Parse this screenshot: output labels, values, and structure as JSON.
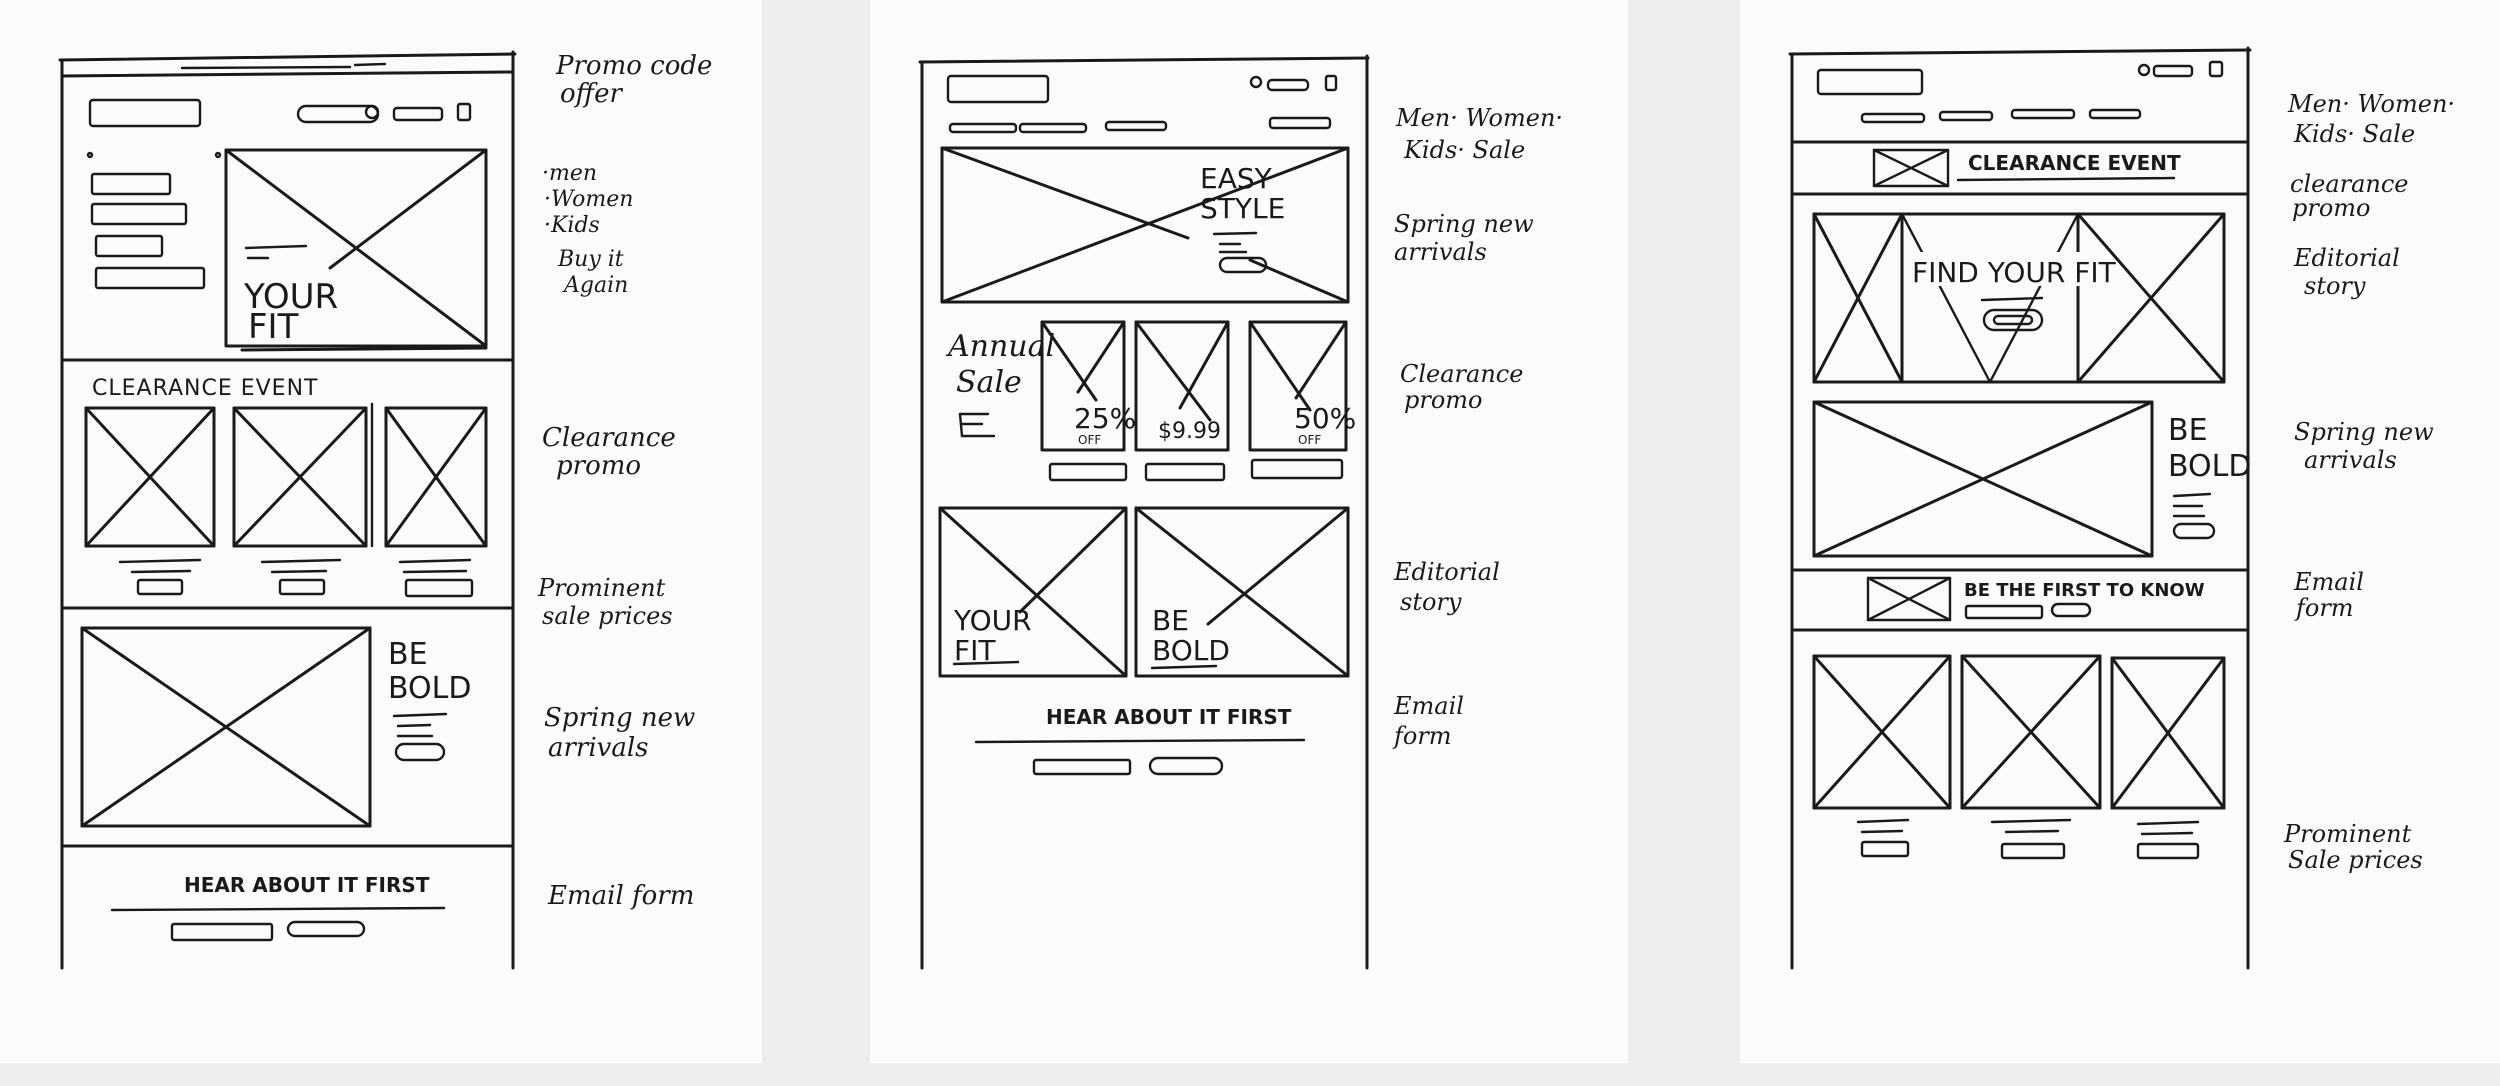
{
  "sketch1": {
    "annotations": {
      "promo": [
        "Promo code",
        "offer"
      ],
      "nav": [
        "·men",
        "·Women",
        "·Kids",
        "Buy it",
        "Again"
      ],
      "clearance": [
        "Clearance",
        "promo"
      ],
      "prices": [
        "Prominent",
        "sale prices"
      ],
      "spring": [
        "Spring new",
        "arrivals"
      ],
      "email": [
        "Email form"
      ]
    },
    "hero_text": [
      "YOUR",
      "FIT"
    ],
    "clearance_title": "CLEARANCE EVENT",
    "bold_text": [
      "BE",
      "BOLD"
    ],
    "email_title": "HEAR ABOUT IT FIRST"
  },
  "sketch2": {
    "annotations": {
      "nav": [
        "Men· Women·",
        "Kids· Sale"
      ],
      "spring": [
        "Spring new",
        "arrivals"
      ],
      "clearance": [
        "Clearance",
        "promo"
      ],
      "editorial": [
        "Editorial",
        "story"
      ],
      "email": [
        "Email",
        "form"
      ]
    },
    "hero_text": [
      "EASY",
      "STYLE"
    ],
    "annual_sale": [
      "Annual",
      "Sale"
    ],
    "prices": [
      {
        "main": "25%",
        "sub": "OFF"
      },
      {
        "main": "$9.99",
        "sub": ""
      },
      {
        "main": "50%",
        "sub": "OFF"
      }
    ],
    "story_left": [
      "YOUR",
      "FIT"
    ],
    "story_right": [
      "BE",
      "BOLD"
    ],
    "email_title": "HEAR ABOUT IT FIRST"
  },
  "sketch3": {
    "annotations": {
      "nav": [
        "Men· Women·",
        "Kids· Sale"
      ],
      "clearance": [
        "clearance",
        "promo"
      ],
      "editorial": [
        "Editorial",
        "story"
      ],
      "spring": [
        "Spring new",
        "arrivals"
      ],
      "email": [
        "Email",
        "form"
      ],
      "prices": [
        "Prominent",
        "Sale prices"
      ]
    },
    "clearance_title": "CLEARANCE EVENT",
    "hero_text": "FIND YOUR FIT",
    "bold_text": [
      "BE",
      "BOLD"
    ],
    "email_title": "BE THE FIRST TO KNOW"
  }
}
